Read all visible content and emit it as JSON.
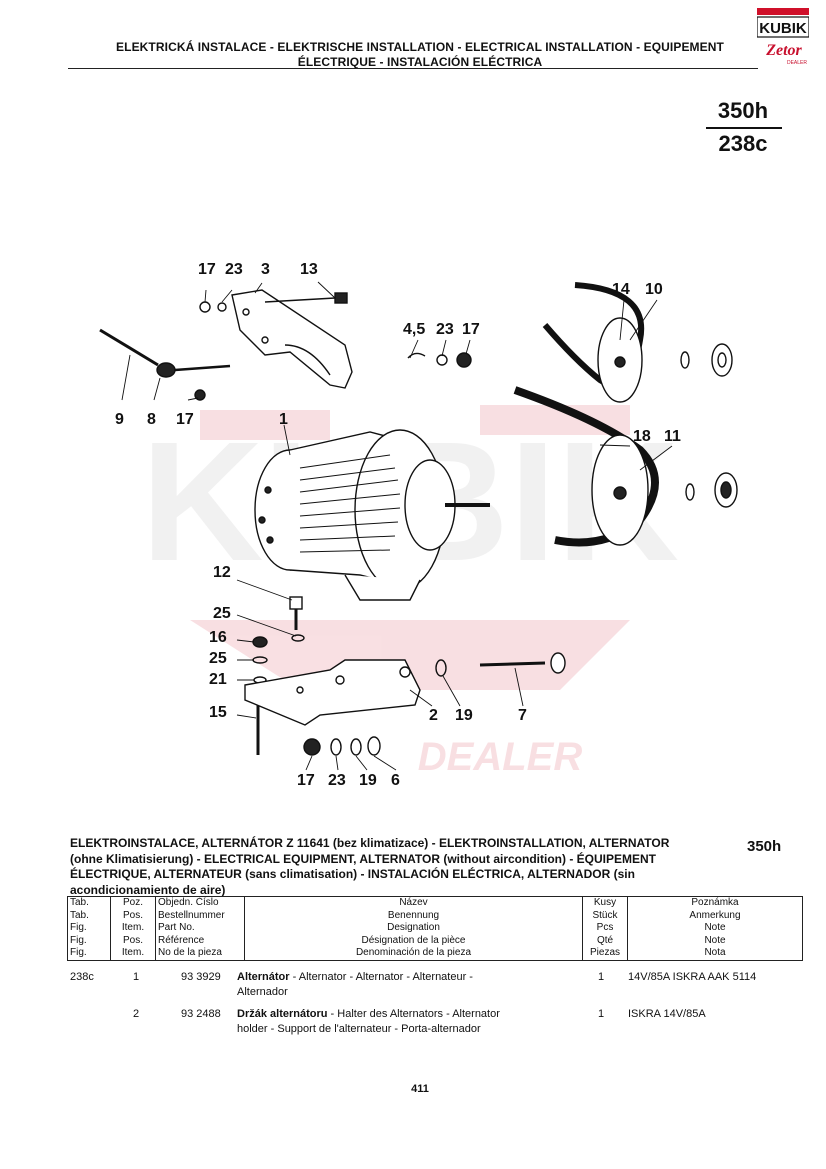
{
  "header": {
    "line1": "ELEKTRICKÁ INSTALACE - ELEKTRISCHE INSTALLATION - ELECTRICAL INSTALLATION - EQUIPEMENT",
    "line2": "ÉLECTRIQUE - INSTALACIÓN ELÉCTRICA",
    "logo_top": "KUBIK",
    "logo_brand": "Zetor",
    "logo_sub": "DEALER"
  },
  "page_code": {
    "top": "350h",
    "bottom": "238c"
  },
  "diagram": {
    "watermark": "KUBIK",
    "watermark_sub": "DEALER",
    "labels": [
      "17",
      "23",
      "3",
      "13",
      "4,5",
      "23",
      "17",
      "14",
      "10",
      "9",
      "8",
      "17",
      "1",
      "18",
      "11",
      "12",
      "25",
      "16",
      "25",
      "21",
      "15",
      "2",
      "19",
      "7",
      "17",
      "23",
      "19",
      "6"
    ]
  },
  "section": {
    "title_lines": [
      "ELEKTROINSTALACE, ALTERNÁTOR Z 11641 (bez klimatizace) - ELEKTROINSTALLATION, ALTERNATOR",
      "(ohne Klimatisierung) - ELECTRICAL EQUIPMENT, ALTERNATOR (without aircondition) - ÉQUIPEMENT",
      "ÉLECTRIQUE, ALTERNATEUR (sans climatisation) - INSTALACIÓN ELÉCTRICA, ALTERNADOR (sin",
      "acondicionamiento de aire)"
    ],
    "code": "350h"
  },
  "table": {
    "columns": [
      [
        "Tab.",
        "Tab.",
        "Fig.",
        "Fig.",
        "Fig."
      ],
      [
        "Poz.",
        "Pos.",
        "Item.",
        "Pos.",
        "Item."
      ],
      [
        "Objedn. Číslo",
        "Bestellnummer",
        "Part No.",
        "Référence",
        "No de la pieza"
      ],
      [
        "Název",
        "Benennung",
        "Designation",
        "Désignation de la pièce",
        "Denominación de la pieza"
      ],
      [
        "Kusy",
        "Stück",
        "Pcs",
        "Qté",
        "Piezas"
      ],
      [
        "Poznámka",
        "Anmerkung",
        "Note",
        "Note",
        "Nota"
      ]
    ],
    "rows": [
      {
        "tab": "238c",
        "pos": "1",
        "part_no": "93 3929",
        "name_bold": "Alternátor",
        "name_rest": " - Alternator - Alternator - Alternateur -",
        "name_line2": "Alternador",
        "qty": "1",
        "note": "14V/85A ISKRA AAK 5114"
      },
      {
        "tab": "",
        "pos": "2",
        "part_no": "93 2488",
        "name_bold": "Držák alternátoru",
        "name_rest": " - Halter des Alternators - Alternator",
        "name_line2": "holder - Support de l'alternateur - Porta-alternador",
        "qty": "1",
        "note": "ISKRA 14V/85A"
      }
    ]
  },
  "page_number": "411"
}
